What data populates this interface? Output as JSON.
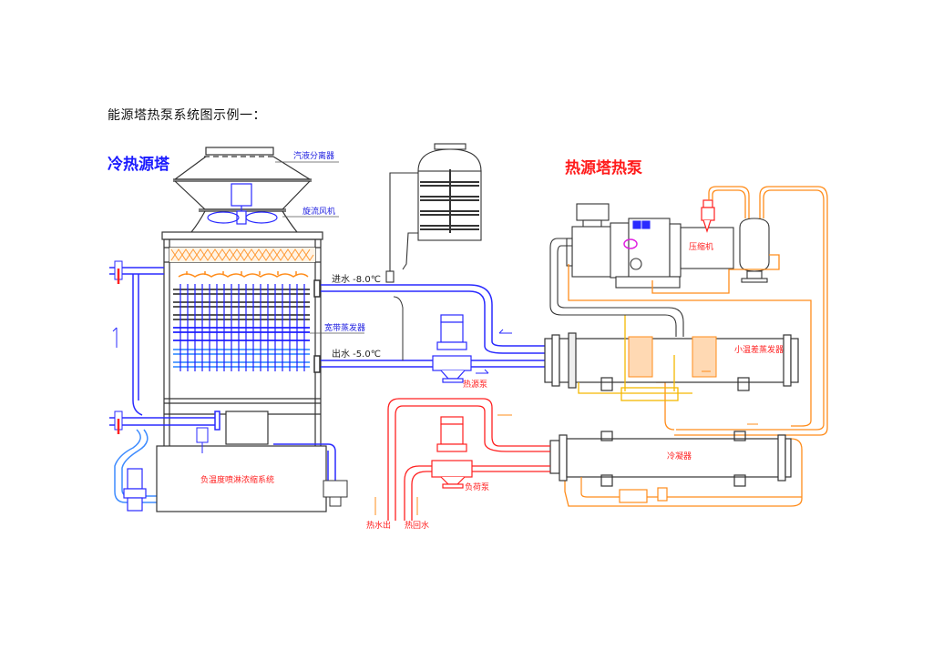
{
  "heading": "能源塔热泵系统图示例一：",
  "diagram": {
    "left_section": {
      "title": "冷热源塔",
      "labels": {
        "separator": "汽液分离器",
        "fan": "旋流风机",
        "inlet": "进水 -8.0℃",
        "evaporator": "宽带蒸发器",
        "outlet": "出水 -5.0℃",
        "spray_system": "负温度喷淋浓缩系统"
      }
    },
    "right_section": {
      "title": "热源塔热泵",
      "labels": {
        "compressor": "压缩机",
        "small_evaporator": "小温差蒸发器",
        "condenser": "冷凝器"
      }
    },
    "pumps": {
      "heat_source_pump": "热源泵",
      "load_pump": "负荷泵"
    },
    "outlets": {
      "hot_water_out": "热水出",
      "hot_water_return": "热回水"
    },
    "colors": {
      "cold_loop": "#2a2aff",
      "light_loop": "#3d8bff",
      "refrigerant": "#ff8c1a",
      "hot_loop": "#ff2020",
      "structure": "#333333",
      "yellow_line": "#f5b800"
    }
  }
}
